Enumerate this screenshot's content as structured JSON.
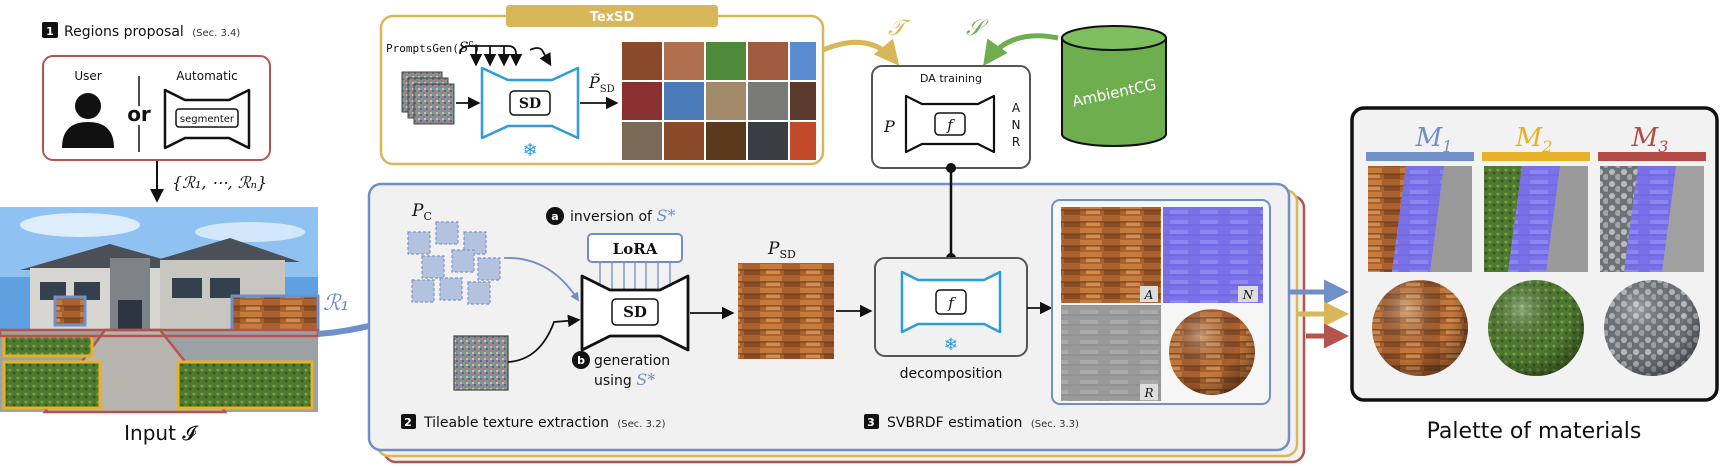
{
  "stage1": {
    "number": "1",
    "title": "Regions proposal",
    "ref": "(Sec. 3.4)",
    "user_label": "User",
    "or_label": "or",
    "automatic_label": "Automatic",
    "segmenter_label": "segmenter",
    "regions_set": "{ℛ₁, ⋯, ℛₙ}"
  },
  "input": {
    "caption": "Input 𝓘",
    "region_symbol": "ℛ₁"
  },
  "texsd": {
    "banner": "TexSD",
    "prompts_gen": "PromptsGen(",
    "prompts_arg": "S",
    "prompts_sup": "c",
    "prompts_close": ")",
    "sd_label": "SD",
    "p_sd_tilde": "P̃",
    "p_sd_tilde_sub": "SD"
  },
  "da_training": {
    "title": "DA training",
    "p_label": "P",
    "f_label": "f",
    "outputs": [
      "A",
      "N",
      "R"
    ],
    "t_symbol": "𝒯",
    "s_symbol": "𝒮",
    "dataset": "AmbientCG"
  },
  "stage2": {
    "number": "2",
    "title": "Tileable texture extraction",
    "ref": "(Sec. 3.2)",
    "pc_label": "P",
    "pc_sub": "C",
    "step_a": "a",
    "inversion_label": "inversion of ",
    "inversion_symbol": "S*",
    "lora_label": "LoRA",
    "sd_label": "SD",
    "step_b": "b",
    "generation_label": "generation",
    "using_label": "using ",
    "using_symbol": "S*",
    "p_sd_label": "P",
    "p_sd_sub": "SD"
  },
  "stage3": {
    "number": "3",
    "title": "SVBRDF estimation",
    "ref": "(Sec. 3.3)",
    "f_label": "f",
    "decomposition_label": "decomposition",
    "maps": [
      "A",
      "N",
      "R"
    ]
  },
  "palette": {
    "caption": "Palette of materials",
    "materials": [
      {
        "label": "M",
        "sub": "1",
        "color": "#6f8fc6"
      },
      {
        "label": "M",
        "sub": "2",
        "color": "#e5b22a"
      },
      {
        "label": "M",
        "sub": "3",
        "color": "#b24a45"
      }
    ]
  },
  "colors": {
    "blue": "#6f8fc6",
    "gold": "#d8b65a",
    "red": "#b5544e",
    "green": "#6fae4f",
    "sd_blue": "#2d9cdb"
  }
}
